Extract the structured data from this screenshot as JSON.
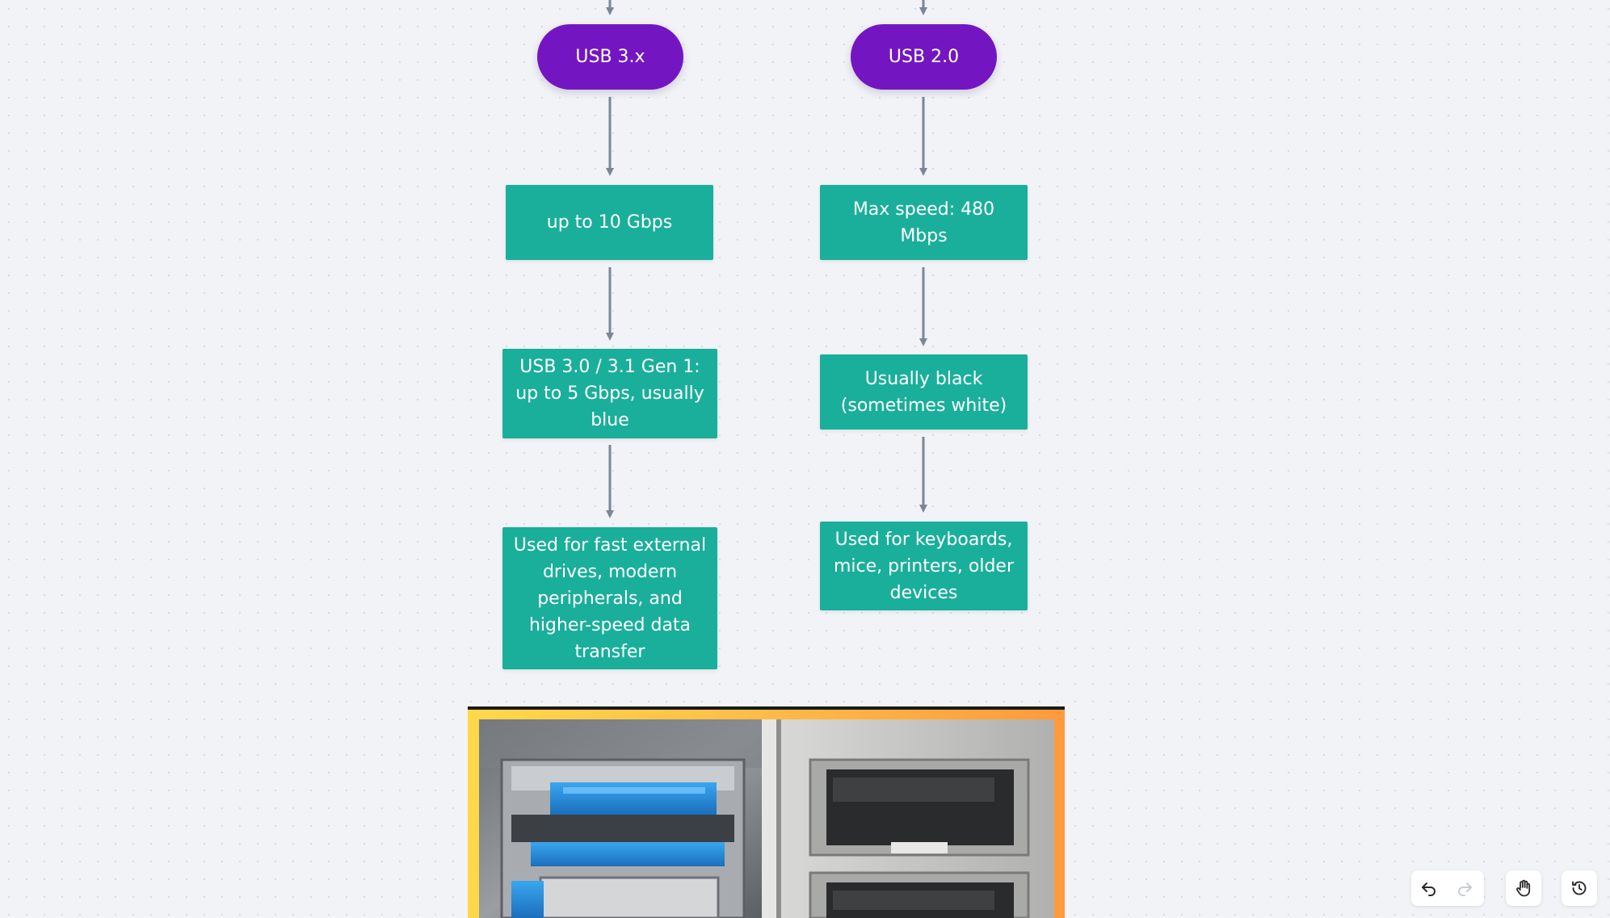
{
  "nodes": {
    "left_header": "USB 3.x",
    "right_header": "USB 2.0",
    "left_speed": "up to 10 Gbps",
    "right_speed": "Max speed: 480 Mbps",
    "left_color": "USB 3.0 / 3.1 Gen 1: up to 5 Gbps, usually blue",
    "right_color": "Usually black (sometimes white)",
    "left_usage": "Used for fast external drives, modern peripherals, and higher-speed data transfer",
    "right_usage": "Used for keyboards, mice, printers, older devices"
  },
  "toolbar": {
    "undo_icon": "undo-icon",
    "redo_icon": "redo-icon",
    "hand_icon": "hand-icon",
    "history_icon": "history-icon"
  },
  "colors": {
    "pill": "#7316c2",
    "box": "#1aaf9b",
    "connector": "#7a8796",
    "canvas": "#f1f3f6"
  }
}
